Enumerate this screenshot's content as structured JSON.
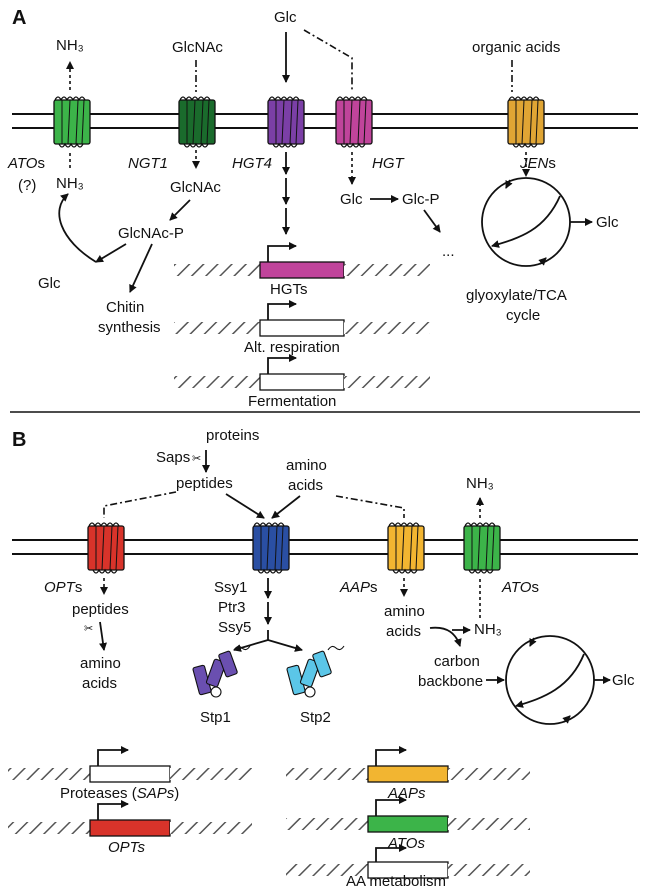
{
  "panel_a": {
    "label": "A",
    "nh3_top": "NH₃",
    "glcnac_top": "GlcNAc",
    "glc_top": "Glc",
    "organic_acids": "organic acids",
    "atos": "ATO",
    "atos_s": "s",
    "atos_q": "(?)",
    "nh3_in": "NH₃",
    "ngt1": "NGT1",
    "hgt4": "HGT4",
    "hgt": "HGT",
    "jens": "JEN",
    "jens_s": "s",
    "glcnac_in": "GlcNAc",
    "glcnac_p": "GlcNAc-P",
    "glc_left": "Glc",
    "chitin1": "Chitin",
    "chitin2": "synthesis",
    "glc_in": "Glc",
    "glc_p": "Glc-P",
    "ellipsis": "...",
    "glc_out": "Glc",
    "glyox1": "glyoxylate/TCA",
    "glyox2": "cycle",
    "gene_hgts": "HGTs",
    "gene_alt": "Alt. respiration",
    "gene_ferm": "Fermentation",
    "colors": {
      "ato": "#3cb449",
      "ngt1": "#1a6b2c",
      "hgt4": "#7b3fa6",
      "hgt": "#c0449b",
      "jen": "#e0a534",
      "hgts_gene": "#c0449b"
    }
  },
  "panel_b": {
    "label": "B",
    "proteins": "proteins",
    "saps": "Saps",
    "peptides_top": "peptides",
    "amino1": "amino",
    "amino2": "acids",
    "nh3_top": "NH₃",
    "opts": "OPT",
    "opts_s": "s",
    "ssy1": "Ssy1",
    "aaps": "AAP",
    "aaps_s": "s",
    "atos": "ATO",
    "atos_s": "s",
    "peptides_in": "peptides",
    "amino_in1": "amino",
    "amino_in2": "acids",
    "ptr3": "Ptr3",
    "ssy5": "Ssy5",
    "stp1": "Stp1",
    "stp2": "Stp2",
    "aa_in1": "amino",
    "aa_in2": "acids",
    "nh3_in": "NH₃",
    "carbon1": "carbon",
    "carbon2": "backbone",
    "glc_out": "Glc",
    "gene_proteases": "Proteases (",
    "gene_proteases_it": "SAPs",
    "gene_proteases_end": ")",
    "gene_opts": "OPTs",
    "gene_aaps": "AAPs",
    "gene_atos": "ATOs",
    "gene_aa": "AA metabolism",
    "colors": {
      "opt": "#d8332a",
      "ssy1": "#2a4fa3",
      "aap": "#f2b531",
      "ato": "#3cb449",
      "stp1": "#6a4fb0",
      "stp2": "#5bc6e8"
    }
  }
}
